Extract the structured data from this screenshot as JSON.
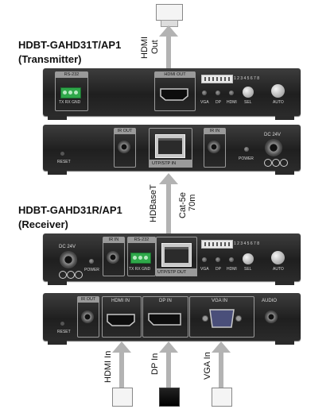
{
  "transmitter": {
    "model": "HDBT-GAHD31T/AP1",
    "role": "(Transmitter)",
    "front": {
      "rs232": "RS-232",
      "rs232_pins": "TX RX GND",
      "hdmi_out": "HDMI OUT",
      "dip_numbers": "1 2 3 4 5 6 7 8",
      "led_labels": [
        "VGA",
        "DP",
        "HDMI"
      ],
      "sel": "SEL",
      "auto": "AUTO"
    },
    "rear": {
      "reset": "RESET",
      "ir_out": "IR OUT",
      "utp": "UTP/STP IN",
      "ir_in": "IR IN",
      "power": "POWER",
      "dc": "DC 24V"
    }
  },
  "receiver": {
    "model": "HDBT-GAHD31R/AP1",
    "role": "(Receiver)",
    "front": {
      "dc": "DC 24V",
      "power": "POWER",
      "ir_in": "IR IN",
      "rs232": "RS-232",
      "rs232_pins": "TX RX GND",
      "utp": "UTP/STP OUT",
      "dip_numbers": "1 2 3 4 5 6 7 8",
      "led_labels": [
        "VGA",
        "DP",
        "HDMI"
      ],
      "sel": "SEL",
      "auto": "AUTO"
    },
    "rear": {
      "reset": "RESET",
      "ir_out": "IR OUT",
      "hdmi_in": "HDMI IN",
      "dp_in": "DP IN",
      "vga_in": "VGA IN",
      "audio": "AUDIO"
    }
  },
  "connections": {
    "hdmi_out": [
      "HDMI",
      "Out"
    ],
    "link": [
      "HDBaseT",
      "Cat-5e",
      "70m"
    ],
    "inputs": [
      "HDMI In",
      "DP In",
      "VGA In"
    ]
  },
  "colors": {
    "panel": "#2a2a2a",
    "arrow": "#b3b3b3",
    "terminal": "#2fa84a"
  }
}
